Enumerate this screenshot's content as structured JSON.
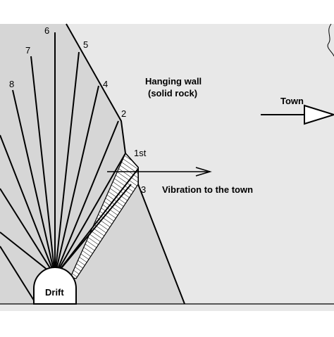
{
  "labels": {
    "hanging_wall_line1": "Hanging wall",
    "hanging_wall_line2": "(solid rock)",
    "town": "Town",
    "vibration": "Vibration to the town",
    "drift": "Drift",
    "first_blast": "1st",
    "holes": [
      "2",
      "3",
      "4",
      "5",
      "6",
      "7",
      "8"
    ]
  },
  "colors": {
    "background_rock": "#e8e8e8",
    "ore_body": "#d6d6d6",
    "outline": "#000000",
    "page": "#ffffff"
  }
}
